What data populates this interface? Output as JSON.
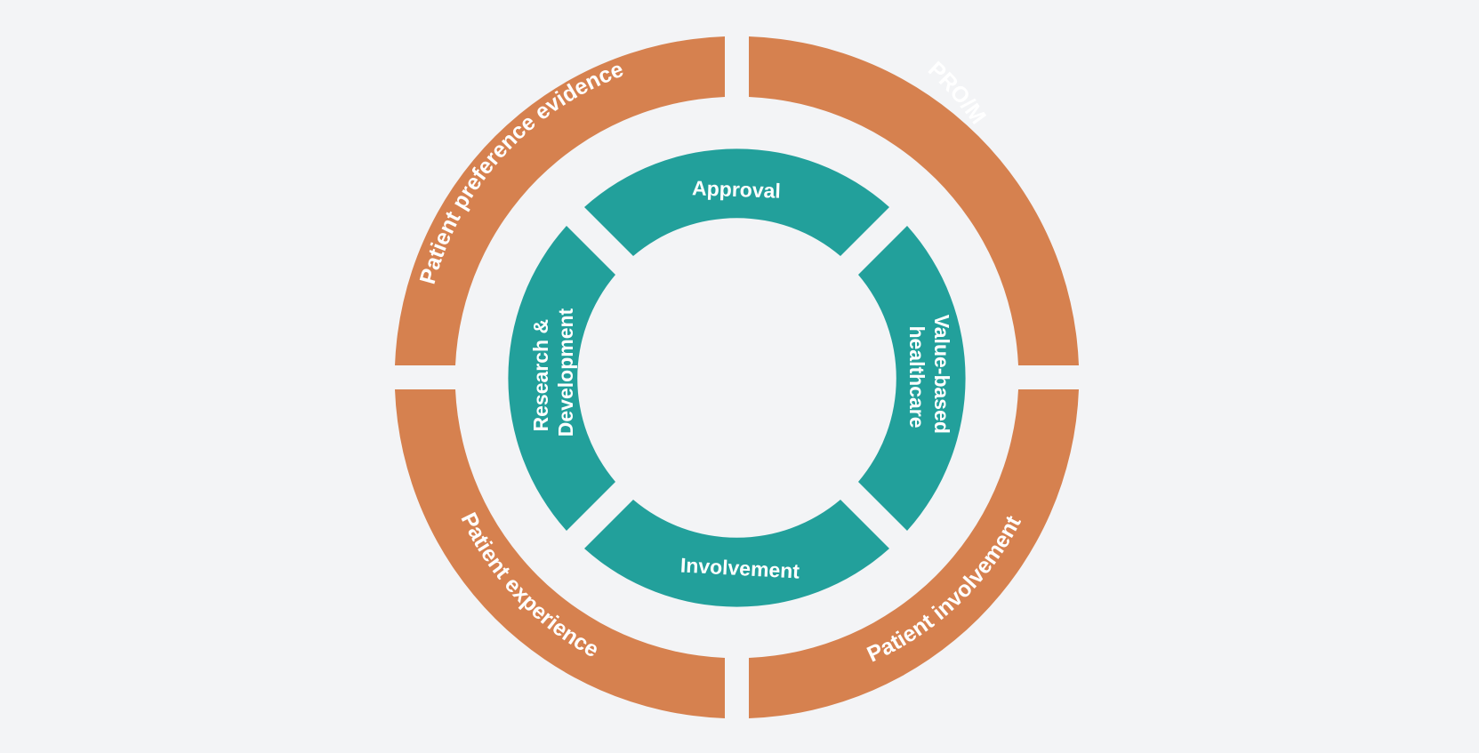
{
  "colors": {
    "background": "#f3f4f6",
    "outer_ring": "#d6814f",
    "inner_ring": "#22a09b",
    "label": "#ffffff"
  },
  "outer_ring": {
    "segments": [
      {
        "label": "Patient preference evidence",
        "quadrant": "top-left"
      },
      {
        "label": "PRO/M",
        "quadrant": "top-right"
      },
      {
        "label": "Patient involvement",
        "quadrant": "bottom-right"
      },
      {
        "label": "Patient experience",
        "quadrant": "bottom-left"
      }
    ]
  },
  "inner_ring": {
    "segments": [
      {
        "lines": [
          "Approval"
        ],
        "position": "top"
      },
      {
        "lines": [
          "Value-based",
          "healthcare"
        ],
        "position": "right"
      },
      {
        "lines": [
          "Involvement"
        ],
        "position": "bottom"
      },
      {
        "lines": [
          "Research &",
          "Development"
        ],
        "position": "left"
      }
    ]
  }
}
